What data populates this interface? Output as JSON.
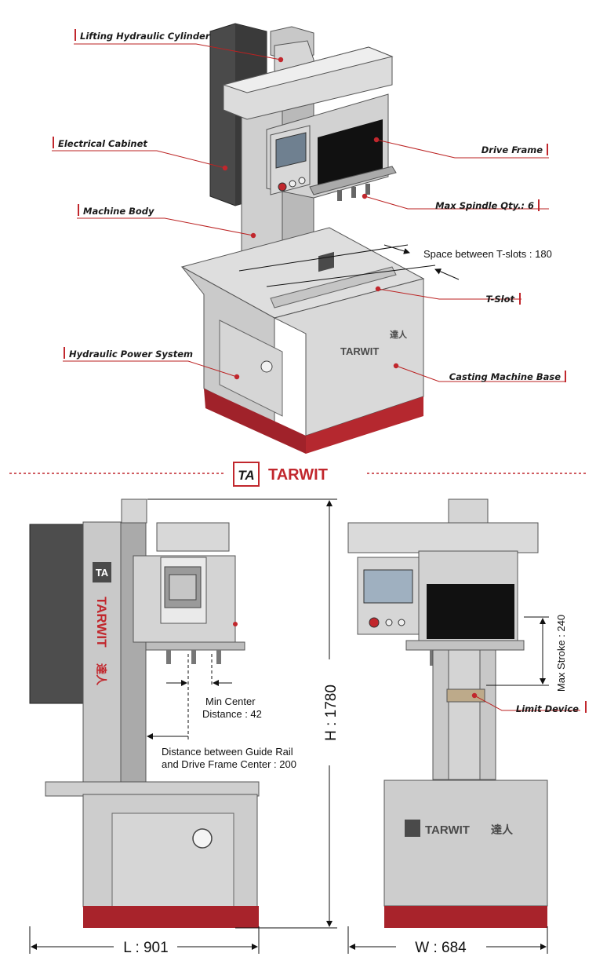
{
  "brand": {
    "name": "TARWIT",
    "chinese": "達人",
    "accent_color": "#c1272d",
    "logo_glyph": "TA"
  },
  "callouts": {
    "lifting_cylinder": "Lifting Hydraulic Cylinder",
    "electrical_cabinet": "Electrical Cabinet",
    "machine_body": "Machine Body",
    "hydraulic_power": "Hydraulic Power System",
    "drive_frame": "Drive Frame",
    "max_spindle": "Max Spindle Qty.: 6",
    "t_slot": "T-Slot",
    "casting_base": "Casting Machine Base",
    "limit_device": "Limit Device"
  },
  "dimensions": {
    "t_slot_space": "Space between T-slots : 180",
    "min_center_line1": "Min Center",
    "min_center_line2": "Distance : 42",
    "guide_rail_line1": "Distance between Guide Rail",
    "guide_rail_line2": "and Drive Frame Center : 200",
    "height": "H : 1780",
    "max_stroke": "Max Stroke : 240",
    "length": "L : 901",
    "width": "W : 684"
  }
}
